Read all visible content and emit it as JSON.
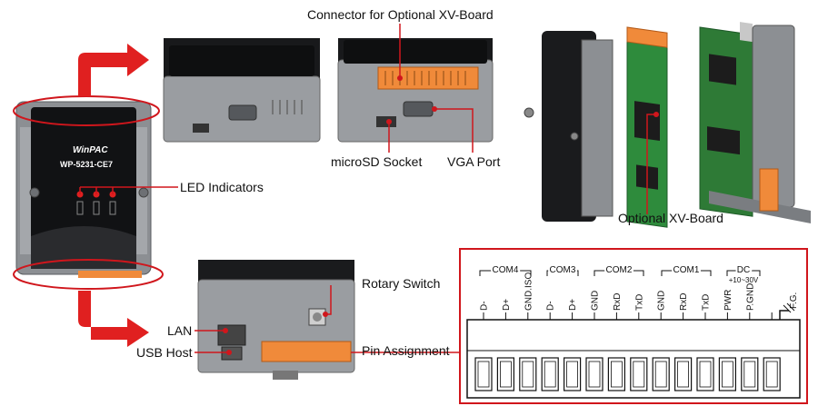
{
  "callouts": {
    "connector_xv": "Connector for Optional XV-Board",
    "microsd": "microSD Socket",
    "vga": "VGA Port",
    "led": "LED Indicators",
    "optional_xv": "Optional XV-Board",
    "rotary": "Rotary Switch",
    "lan": "LAN",
    "usb": "USB Host",
    "pin_assignment": "Pin Assignment"
  },
  "device": {
    "brand": "WinPAC",
    "model": "WP-5231-CE7"
  },
  "pin_diagram": {
    "groups": [
      "COM4",
      "COM3",
      "COM2",
      "COM1",
      "DC"
    ],
    "dc_range": "+10~30V",
    "pins": [
      "D-",
      "D+",
      "GND.ISO",
      "D-",
      "D+",
      "GND",
      "RxD",
      "TxD",
      "GND",
      "RxD",
      "TxD",
      "PWR",
      "P.GND"
    ],
    "fg": "F.G."
  },
  "colors": {
    "accent_red": "#e02020",
    "frame_red": "#d0161c",
    "terminal_orange": "#f08a3a"
  }
}
